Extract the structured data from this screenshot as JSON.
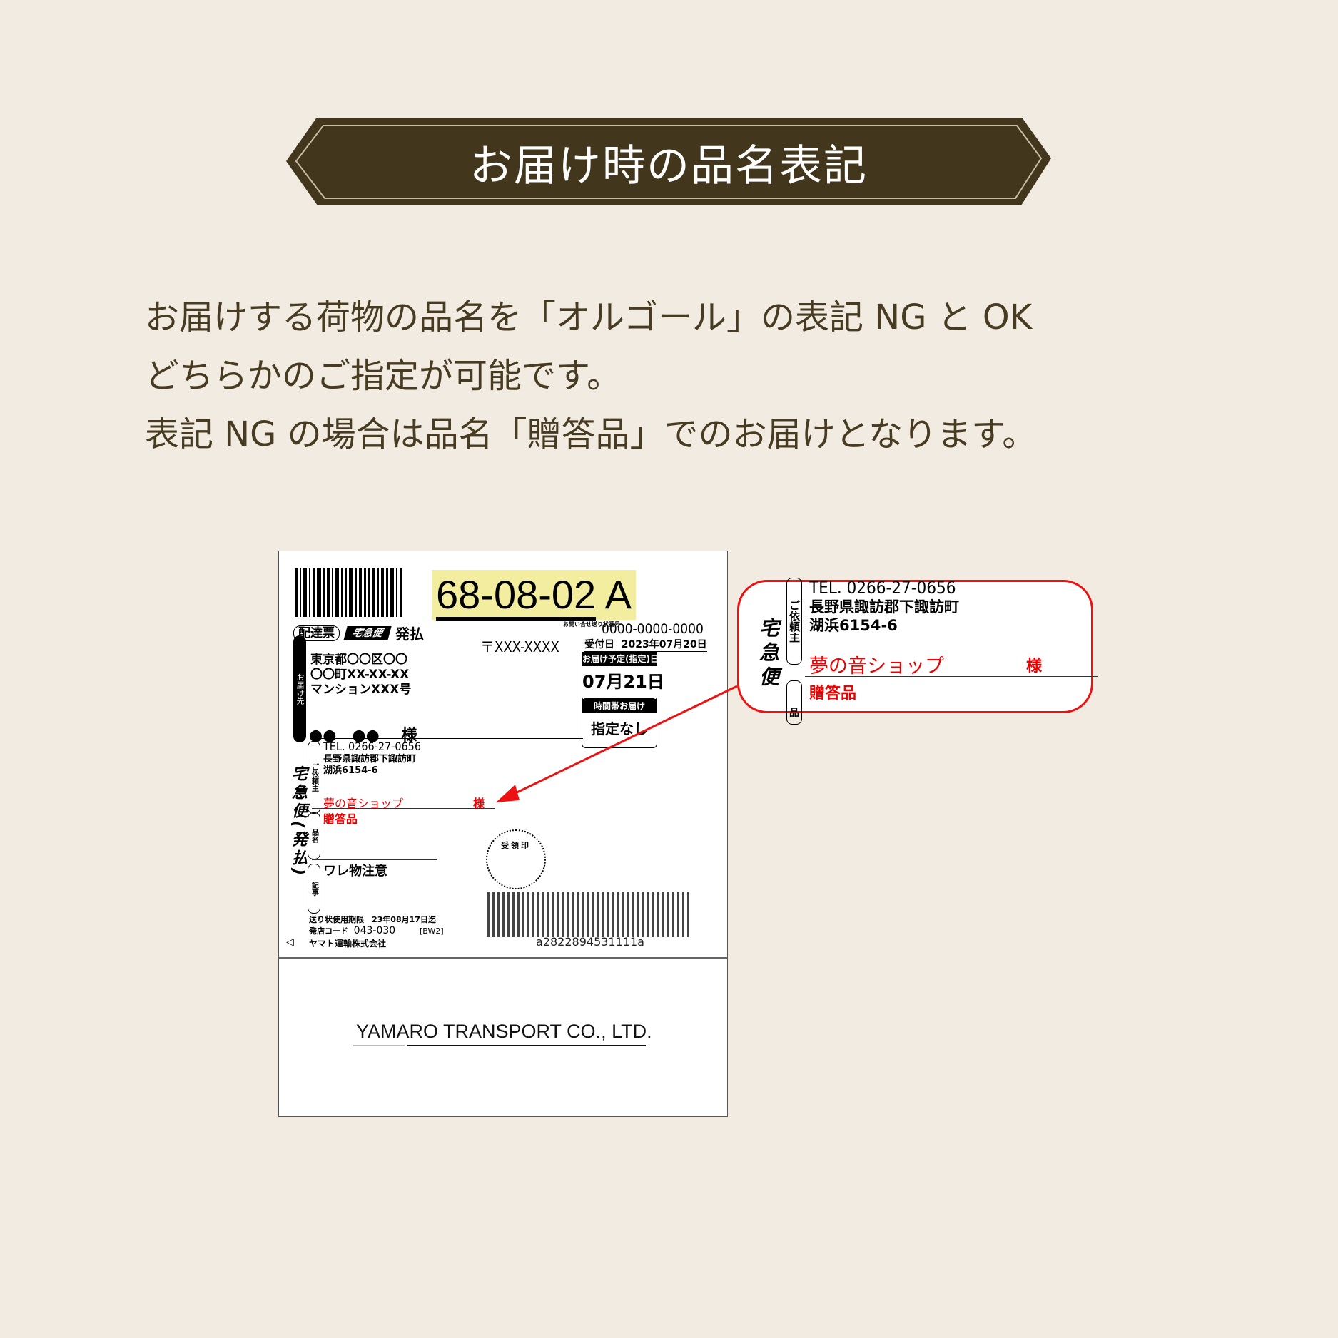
{
  "banner": {
    "title": "お届け時の品名表記",
    "color": "#42361c"
  },
  "body": {
    "lines": [
      "お届けする荷物の品名を「オルゴール」の表記 NG と OK",
      "どちらかのご指定が可能です。",
      "表記 NG の場合は品名「贈答品」でのお届けとなります。"
    ]
  },
  "label": {
    "sort_code": "68-08-02",
    "sort_suffix": "A",
    "tag_haitatsuhyo": "配達票",
    "tag_service": "宅急便",
    "tag_payment": "発払",
    "inquiry_label": "お問い合せ送り状番号",
    "tracking_number": "0000-0000-0000",
    "postal_code": "〒XXX-XXXX",
    "received_label": "受付日",
    "received_date": "2023年07月20日",
    "delivery_to_label": "お届け先",
    "recipient_address": [
      "東京都〇〇区〇〇",
      "〇〇町XX-XX-XX",
      "マンションXXX号"
    ],
    "recipient_name": "●●　●●",
    "honorific": "様",
    "scheduled_date_header": "お届け予定(指定)日",
    "scheduled_date": "07月21日",
    "time_slot_header": "時間帯お届け",
    "time_slot": "指定なし",
    "sender_label": "ご依頼主",
    "sender_tel": "TEL. 0266-27-0656",
    "sender_address": [
      "長野県諏訪郡下諏訪町",
      "湖浜6154-6"
    ],
    "sender_name": "夢の音ショップ",
    "service_vertical": "宅急便(発払)",
    "item_label": "品名",
    "item_name": "贈答品",
    "notes_label": "記事",
    "notes": "ワレ物注意",
    "stamp_label": "受領印",
    "expiry": "送り状使用期限　23年08月17日迄",
    "store_code_label": "発店コード",
    "store_code": "043-030",
    "store_code_suffix": "[BW2]",
    "carrier_name": "ヤマト運輸株式会社",
    "barcode_text": "a2822894531111a",
    "company_footer": "YAMARO TRANSPORT CO., LTD."
  },
  "callout": {
    "sender_tel": "TEL. 0266-27-0656",
    "sender_address": [
      "長野県諏訪郡下諏訪町",
      "湖浜6154-6"
    ],
    "sender_name": "夢の音ショップ",
    "honorific": "様",
    "item_name": "贈答品",
    "sender_label": "ご依頼主",
    "item_label": "品",
    "service_vertical": "宅急便",
    "border_color": "#ee1111"
  }
}
